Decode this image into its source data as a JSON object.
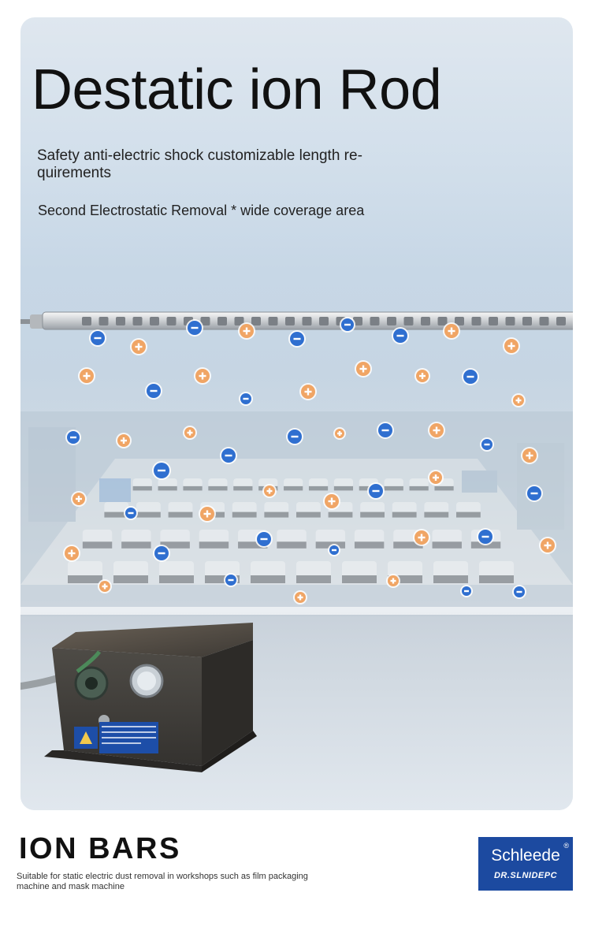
{
  "hero": {
    "title": "Destatic ion Rod",
    "subtitle": "Safety anti-electric shock customizable length re-quirements",
    "subtitle2": "Second Electrostatic Removal * wide coverage area"
  },
  "footer": {
    "title": "ION BARS",
    "description": "Suitable for static electric dust removal in workshops such as film packaging machine and mask machine"
  },
  "brand": {
    "name": "Schleede",
    "mark": "®",
    "sub": "DR.SLNIDEPC"
  },
  "colors": {
    "positive_ion": "#f0a565",
    "negative_ion": "#2f6fd0",
    "logo_bg": "#1c4aa0"
  },
  "icons": {
    "positive": "plus-circle-icon",
    "negative": "minus-circle-icon"
  }
}
